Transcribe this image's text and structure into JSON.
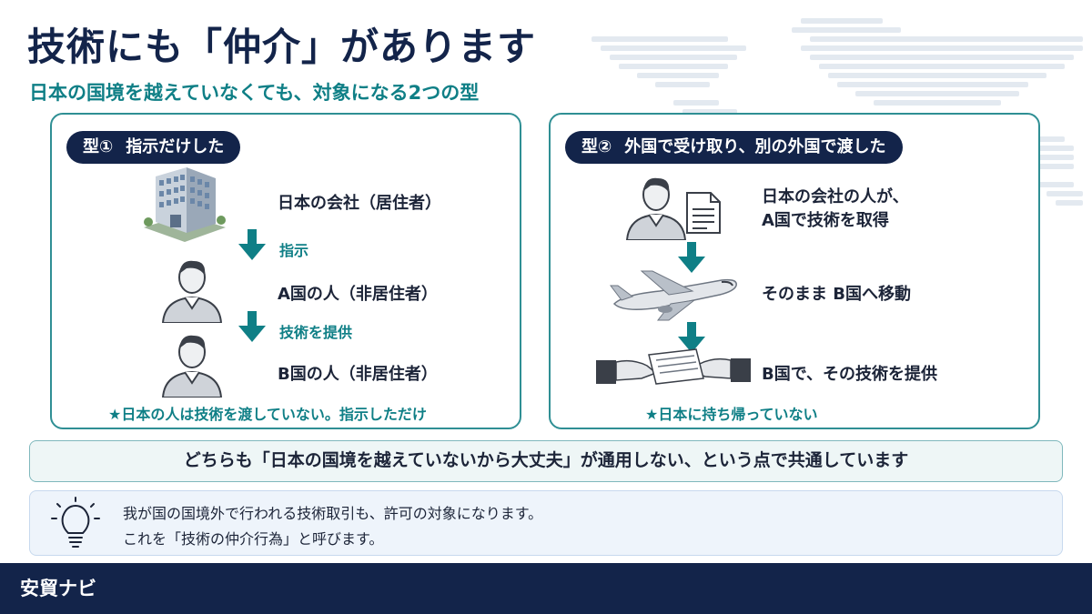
{
  "title": "技術にも「仲介」があります",
  "subtitle": "日本の国境を越えていなくても、対象になる2つの型",
  "type1": {
    "num": "型①",
    "label": "指示だけした",
    "step1": "日本の会社（居住者）",
    "arrow1": "指示",
    "step2": "A国の人（非居住者）",
    "arrow2": "技術を提供",
    "step3": "B国の人（非居住者）",
    "note": "★日本の人は技術を渡していない。指示しただけ",
    "icons": [
      "office-building-icon",
      "person-icon",
      "person-icon"
    ]
  },
  "type2": {
    "num": "型②",
    "label": "外国で受け取り、別の外国で渡した",
    "step1_line1": "日本の会社の人が、",
    "step1_line2": "A国で技術を取得",
    "step2": "そのまま B国へ移動",
    "step3": "B国で、その技術を提供",
    "note": "★日本に持ち帰っていない",
    "icons": [
      "person-icon",
      "document-icon",
      "airplane-icon",
      "handover-document-icon"
    ]
  },
  "summary": "どちらも「日本の国境を越えていないから大丈夫」が通用しない、という点で共通しています",
  "tip": {
    "icon": "lightbulb-icon",
    "line1": "我が国の国境外で行われる技術取引も、許可の対象になります。",
    "line2": "これを「技術の仲介行為」と呼びます。"
  },
  "footer": {
    "brand": "安貿ナビ"
  },
  "colors": {
    "navy": "#13244a",
    "teal": "#0f7f86",
    "border": "#2f8f94"
  }
}
